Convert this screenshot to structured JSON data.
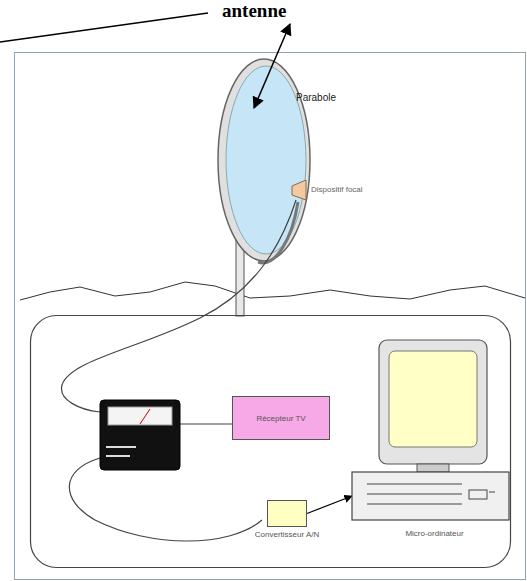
{
  "diagram": {
    "nodes": [
      {
        "text": [
          "Récepteur TV"
        ]
      },
      {
        "text": [
          "Convertisseur A/N"
        ]
      },
      {
        "text": [
          "Micro-ordinateur"
        ]
      }
    ],
    "edges": [
      {
        "from": 1,
        "to": 2,
        "arrow": "to"
      }
    ],
    "labels": [
      "antenne",
      "Parabole",
      "Dispositif focal"
    ]
  }
}
